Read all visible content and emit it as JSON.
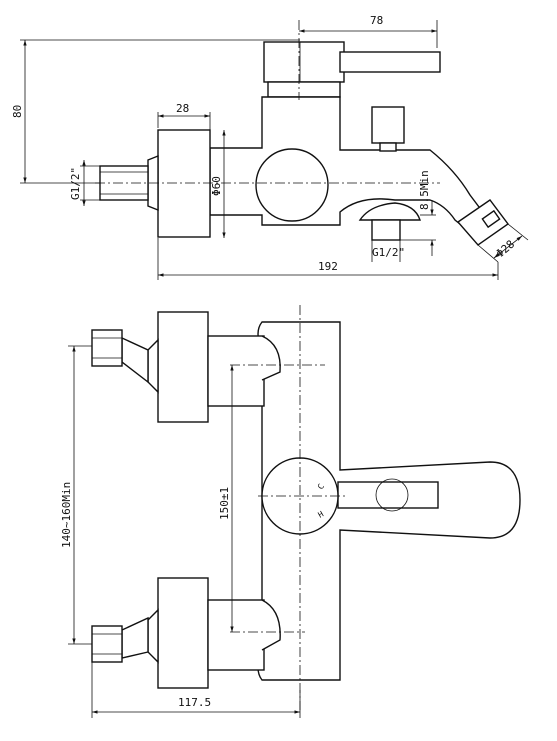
{
  "side_view": {
    "dim_top_width": "78",
    "dim_height": "80",
    "dim_inlet_length": "28",
    "dim_body_diameter": "Φ60",
    "dim_inlet_thread": "G1/2\"",
    "dim_outlet_thread": "G1/2\"",
    "dim_spout_gap": "8.5Min",
    "dim_spout_diameter": "Φ28",
    "dim_total_length": "192"
  },
  "front_view": {
    "dim_inlet_spacing_range": "140~160Min",
    "dim_center_distance": "150±1",
    "dim_depth": "117.5",
    "mark_hot": "H",
    "mark_cold": "C"
  },
  "colors": {
    "line": "#111111",
    "background": "#ffffff"
  }
}
